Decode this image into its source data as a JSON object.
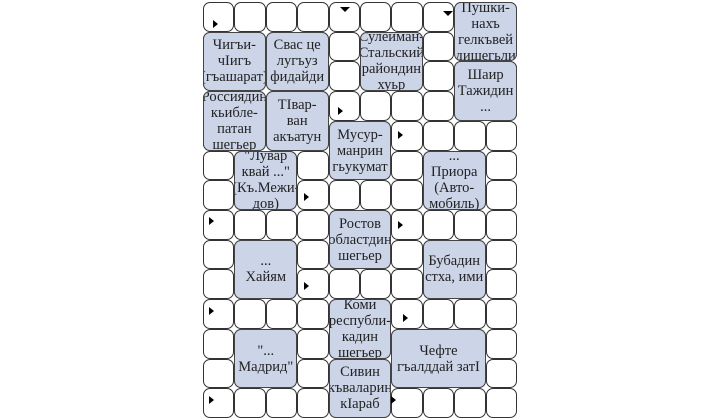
{
  "puzzle": {
    "clues": [
      {
        "id": "chigi",
        "text": "Чигъи-\nчIигъ\n(гъашарат)"
      },
      {
        "id": "svas",
        "text": "Свас це\nлугъуз\nфидайди"
      },
      {
        "id": "suleyman",
        "text": "Сулейман-\nСтальский\nрайондин\nхуьр"
      },
      {
        "id": "pushkin",
        "text": "Пушки-\nнахъ\nгелкъвей\nдишегьли"
      },
      {
        "id": "shair",
        "text": "Шаир\nТажидин\n..."
      },
      {
        "id": "russia",
        "text": "Россиядин\nкьибле-\nпатан\nшегьер"
      },
      {
        "id": "tvar",
        "text": "ТIвар-ван\nакъатун"
      },
      {
        "id": "musur",
        "text": "Мусур-\nманрин\nгьукумат"
      },
      {
        "id": "luvar",
        "text": "\"Лувар\nквай ...\"\n(Къ.Межи-\nдов)"
      },
      {
        "id": "priora",
        "text": "... Приора\n(Авто-\nмобиль)"
      },
      {
        "id": "rostov",
        "text": "Ростов\nобластдин\nшегьер"
      },
      {
        "id": "khayam",
        "text": "...\nХайям"
      },
      {
        "id": "bubadin",
        "text": "Бубадин\nстха, ими"
      },
      {
        "id": "komi",
        "text": "Коми\nреспубли-\nкадин\nшегьер"
      },
      {
        "id": "madrid",
        "text": "\"...\nМадрид\""
      },
      {
        "id": "chefte",
        "text": "Чефте\nгъалддай затI"
      },
      {
        "id": "sivin",
        "text": "Сивин\nкъваларин\nкIараб"
      }
    ]
  }
}
